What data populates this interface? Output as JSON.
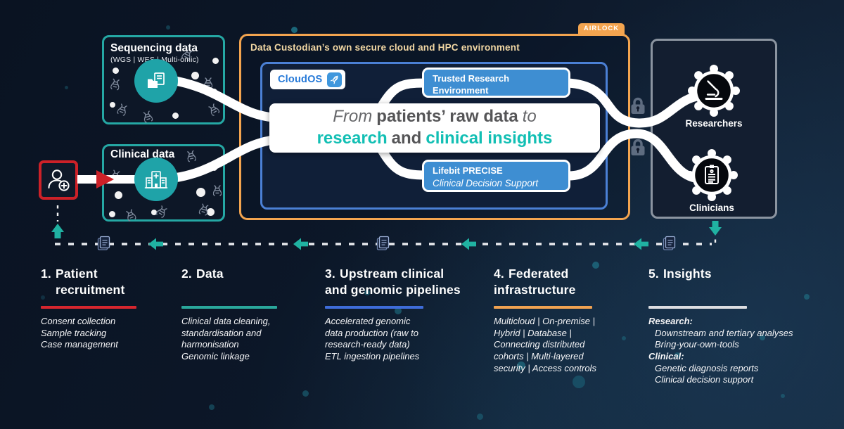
{
  "colors": {
    "accent_teal": "#25a8a4",
    "accent_orange": "#f3a44f",
    "accent_blue": "#4b80d5",
    "accent_red": "#cd2128",
    "headline_teal": "#12bfb4",
    "arrow_teal": "#20b2a2",
    "lock_gray": "#5e6c80"
  },
  "icons": {
    "sequencing_node": "files-icon",
    "clinical_node": "hospital-icon",
    "patient": "patient-add-icon",
    "cloudos_badge": "rocket-icon",
    "researchers_node": "microscope-icon",
    "clinicians_node": "clipboard-icon",
    "security": "lock-icon",
    "timeline_marker": "document-icon",
    "pattern": "dna-icon"
  },
  "sequencing": {
    "title": "Sequencing data",
    "subtitle": "(WGS | WES | Multi-omic)"
  },
  "clinical": {
    "title": "Clinical data"
  },
  "custodian": {
    "airlock": "AIRLOCK",
    "title": "Data Custodian’s own secure cloud and HPC environment",
    "cloudos": "CloudOS",
    "tre": "Trusted Research Environment",
    "precise_title": "Lifebit PRECISE",
    "precise_subtitle": "Clinical Decision Support"
  },
  "headline": {
    "from": "From",
    "raw": "patients’ raw data",
    "to": "to",
    "research": "research",
    "and": "and",
    "clinical": "clinical insights"
  },
  "access": {
    "researchers": "Researchers",
    "clinicians": "Clinicians"
  },
  "steps": [
    {
      "number": "1.",
      "title_lines": [
        "Patient",
        "recruitment"
      ],
      "underline_color": "#d6262e",
      "items": [
        "Consent collection",
        "Sample tracking",
        "Case management"
      ]
    },
    {
      "number": "2.",
      "title_lines": [
        "Data"
      ],
      "underline_color": "#2aa79b",
      "items": [
        "Clinical data cleaning,",
        "standardisation and",
        "harmonisation",
        "Genomic linkage"
      ]
    },
    {
      "number": "3.",
      "title_lines": [
        "Upstream clinical",
        "and genomic pipelines"
      ],
      "underline_color": "#3e6cd9",
      "items": [
        "Accelerated genomic",
        "data production (raw to",
        "research-ready data)",
        "ETL ingestion pipelines"
      ]
    },
    {
      "number": "4.",
      "title_lines": [
        "Federated",
        "infrastructure"
      ],
      "underline_color": "#f0a251",
      "items": [
        "Multicloud  |  On-premise |",
        "Hybrid | Database |",
        "Connecting distributed",
        "cohorts | Multi-layered",
        "security | Access controls"
      ]
    },
    {
      "number": "5.",
      "title_lines": [
        "Insights"
      ],
      "underline_color": "#dcdde1",
      "items": [
        "Research:",
        "Downstream and tertiary analyses",
        "Bring-your-own-tools",
        "Clinical:",
        "Genetic diagnosis reports",
        "Clinical decision support"
      ]
    }
  ]
}
